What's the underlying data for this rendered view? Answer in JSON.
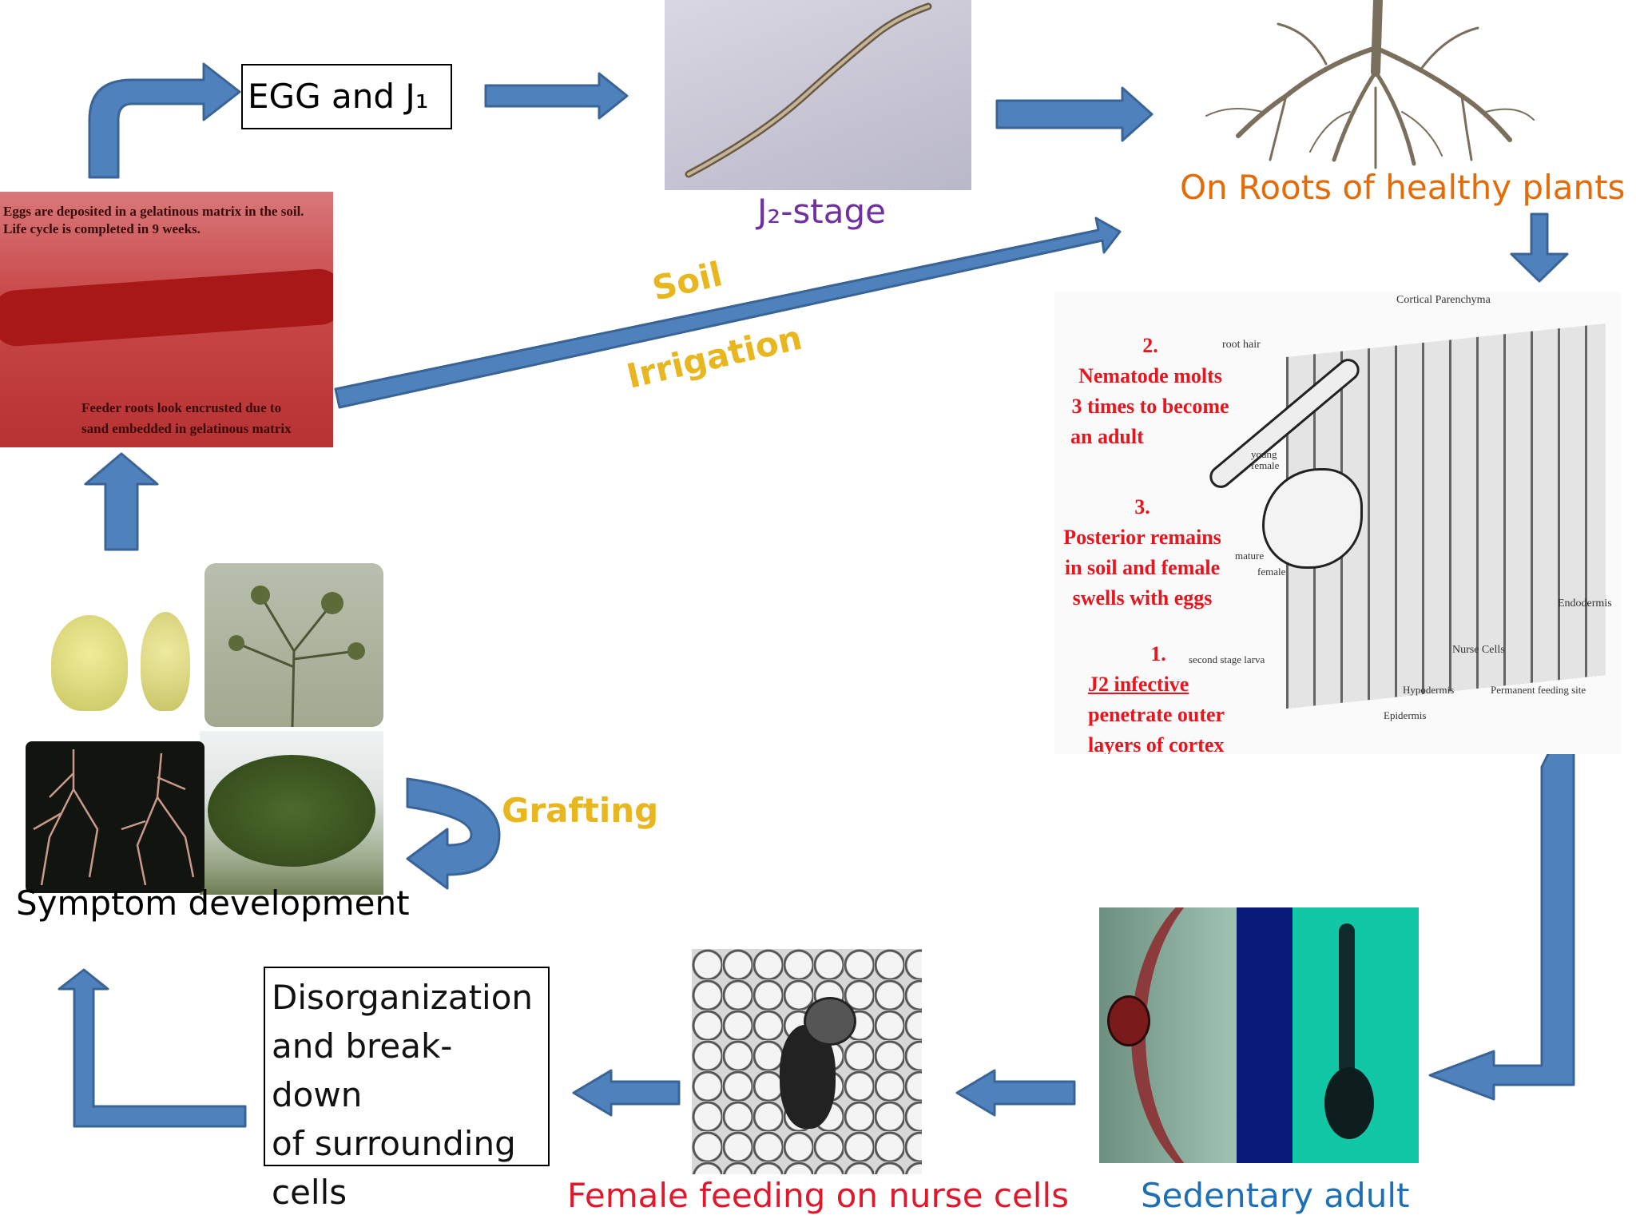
{
  "nodes": {
    "egg_j1": "EGG and J₁",
    "j2_stage": "J₂-stage",
    "roots": "On Roots of healthy plants",
    "sedentary": "Sedentary adult",
    "female_feeding": "Female feeding on nurse cells",
    "disorganization": [
      "Disorganization",
      "and break-down",
      "of surrounding",
      "cells"
    ],
    "symptom": "Symptom development"
  },
  "edges": {
    "soil": "Soil",
    "irrigation": "Irrigation",
    "grafting": "Grafting"
  },
  "egg_photo": {
    "caption_top": [
      "Eggs are deposited in a gelatinous matrix in the soil.",
      "Life cycle is completed in 9 weeks."
    ],
    "caption_bottom": [
      "Feeder roots look encrusted due to",
      "sand embedded in gelatinous matrix"
    ]
  },
  "root_diagram": {
    "steps": [
      {
        "num": "2.",
        "lines": [
          "Nematode molts",
          "3 times to become",
          "an adult"
        ]
      },
      {
        "num": "3.",
        "lines": [
          "Posterior remains",
          "in soil and female",
          "swells with eggs"
        ]
      },
      {
        "num": "1.",
        "lines": [
          "J2 infective",
          "penetrate outer",
          "layers of cortex"
        ]
      }
    ],
    "labels": {
      "cortical": "Cortical Parenchyma",
      "root_hair": "root hair",
      "young_female": [
        "young",
        "female"
      ],
      "mature_female": [
        "mature",
        "female"
      ],
      "endodermis": "Endodermis",
      "second_stage": "second stage larva",
      "nurse": "Nurse Cells",
      "hypodermis": "Hypodermis",
      "permanent": "Permanent feeding site",
      "epidermis": "Epidermis"
    }
  },
  "colors": {
    "arrow": "#4f81bd",
    "arrow_stroke": "#3a6496",
    "j2": "#7030a0",
    "roots": "#e36c09",
    "blue_label": "#1f6fb5",
    "red_label": "#e0182d",
    "yellow": "#e8b61e",
    "step_red": "#e8141e"
  }
}
